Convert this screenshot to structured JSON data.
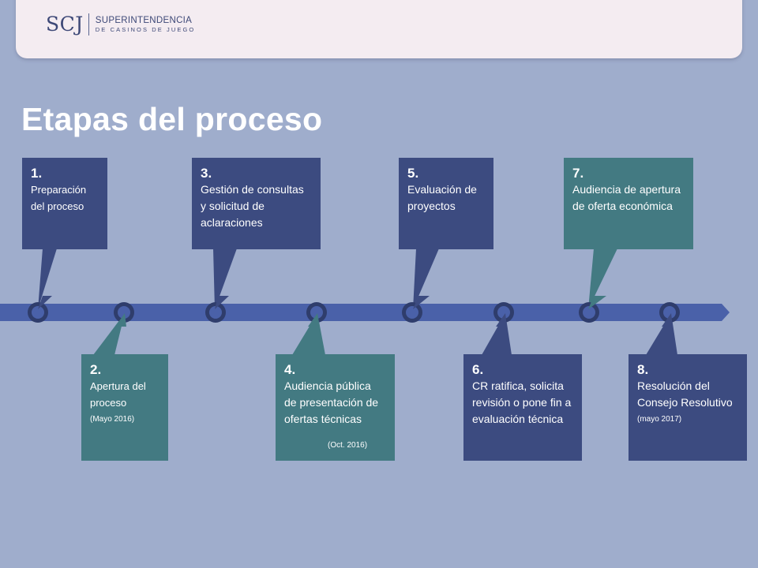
{
  "logo": {
    "mark": "SCJ",
    "line1": "SUPERINTENDENCIA",
    "line2": "DE CASINOS DE JUEGO"
  },
  "title": "Etapas del proceso",
  "colors": {
    "background": "#9fadcc",
    "timeline": "#4a61a9",
    "dark_box": "#3c4b80",
    "teal_box": "#437a82",
    "header": "#f4ecf1"
  },
  "stages": [
    {
      "number": "1.",
      "text": "Preparación del proceso",
      "note": "",
      "color": "dark"
    },
    {
      "number": "2.",
      "text": "Apertura del proceso",
      "note": "(Mayo 2016)",
      "color": "teal"
    },
    {
      "number": "3.",
      "text": "Gestión de consultas y solicitud de aclaraciones",
      "note": "",
      "color": "dark"
    },
    {
      "number": "4.",
      "text": "Audiencia pública de presentación de ofertas técnicas",
      "note": "(Oct. 2016)",
      "color": "teal"
    },
    {
      "number": "5.",
      "text": "Evaluación de proyectos",
      "note": "",
      "color": "dark"
    },
    {
      "number": "6.",
      "text": "CR ratifica, solicita revisión o pone fin a evaluación técnica",
      "note": "",
      "color": "dark"
    },
    {
      "number": "7.",
      "text": "Audiencia de apertura de oferta económica",
      "note": "",
      "color": "teal"
    },
    {
      "number": "8.",
      "text": "Resolución del Consejo Resolutivo",
      "note": "(mayo 2017)",
      "color": "dark"
    }
  ]
}
